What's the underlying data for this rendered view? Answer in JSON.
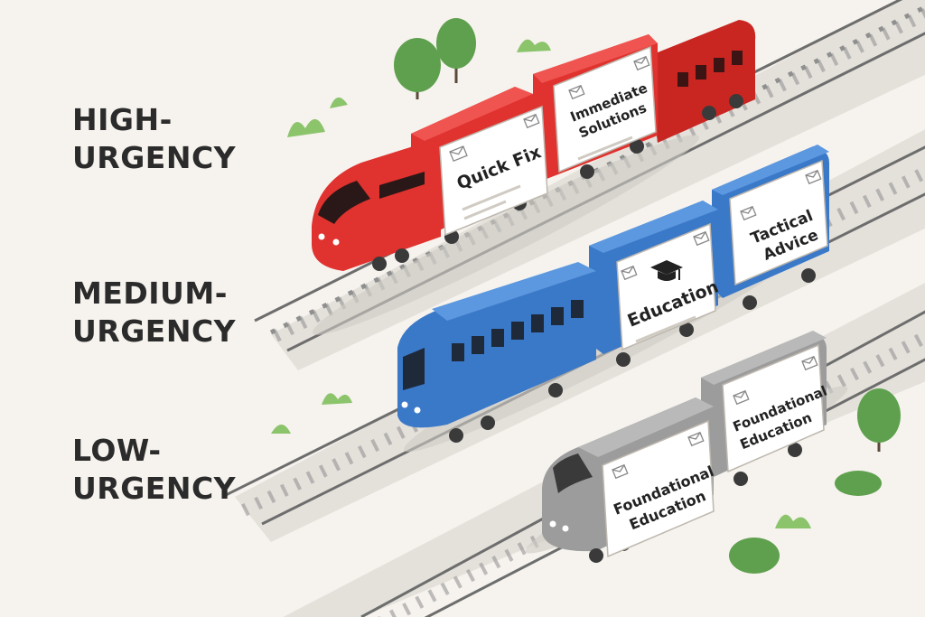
{
  "tiers": [
    {
      "label_line1": "HIGH-",
      "label_line2": "URGENCY",
      "color": "#e0322e",
      "cars": [
        {
          "lines": [
            "Quick Fix"
          ],
          "icon": "mail-icon"
        },
        {
          "lines": [
            "Immediate",
            "Solutions"
          ],
          "icon": "mail-icon"
        }
      ]
    },
    {
      "label_line1": "MEDIUM-",
      "label_line2": "URGENCY",
      "color": "#3a78c8",
      "cars": [
        {
          "lines": [
            "Education"
          ],
          "icon": "graduation-cap-icon"
        },
        {
          "lines": [
            "Tactical",
            "Advice"
          ],
          "icon": "mail-icon"
        }
      ]
    },
    {
      "label_line1": "LOW-",
      "label_line2": "URGENCY",
      "color": "#9c9c9c",
      "cars": [
        {
          "lines": [
            "Foundational",
            "Education"
          ],
          "icon": "mail-icon"
        },
        {
          "lines": [
            "Foundational",
            "Education"
          ],
          "icon": "mail-icon"
        }
      ]
    }
  ]
}
